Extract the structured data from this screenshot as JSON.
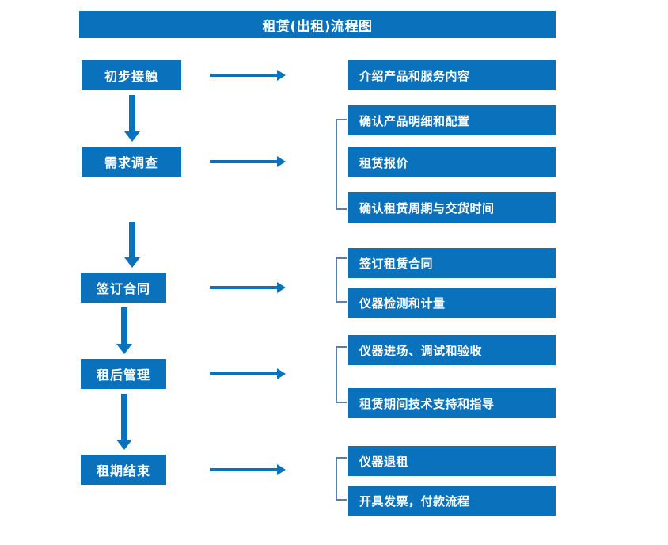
{
  "diagram": {
    "title": "租赁(出租)流程图",
    "colors": {
      "box_blue": "#0a72bd",
      "bracket_blue": "#5b7fa8",
      "text_white": "#ffffff",
      "background": "#ffffff"
    },
    "stages": [
      {
        "label": "初步接触"
      },
      {
        "label": "需求调查"
      },
      {
        "label": "签订合同"
      },
      {
        "label": "租后管理"
      },
      {
        "label": "租期结束"
      }
    ],
    "details": [
      {
        "label": "介绍产品和服务内容"
      },
      {
        "label": "确认产品明细和配置"
      },
      {
        "label": "租赁报价"
      },
      {
        "label": "确认租赁周期与交货时间"
      },
      {
        "label": "签订租赁合同"
      },
      {
        "label": "仪器检测和计量"
      },
      {
        "label": "仪器进场、调试和验收"
      },
      {
        "label": "租赁期间技术支持和指导"
      },
      {
        "label": "仪器退租"
      },
      {
        "label": "开具发票，付款流程"
      }
    ]
  }
}
